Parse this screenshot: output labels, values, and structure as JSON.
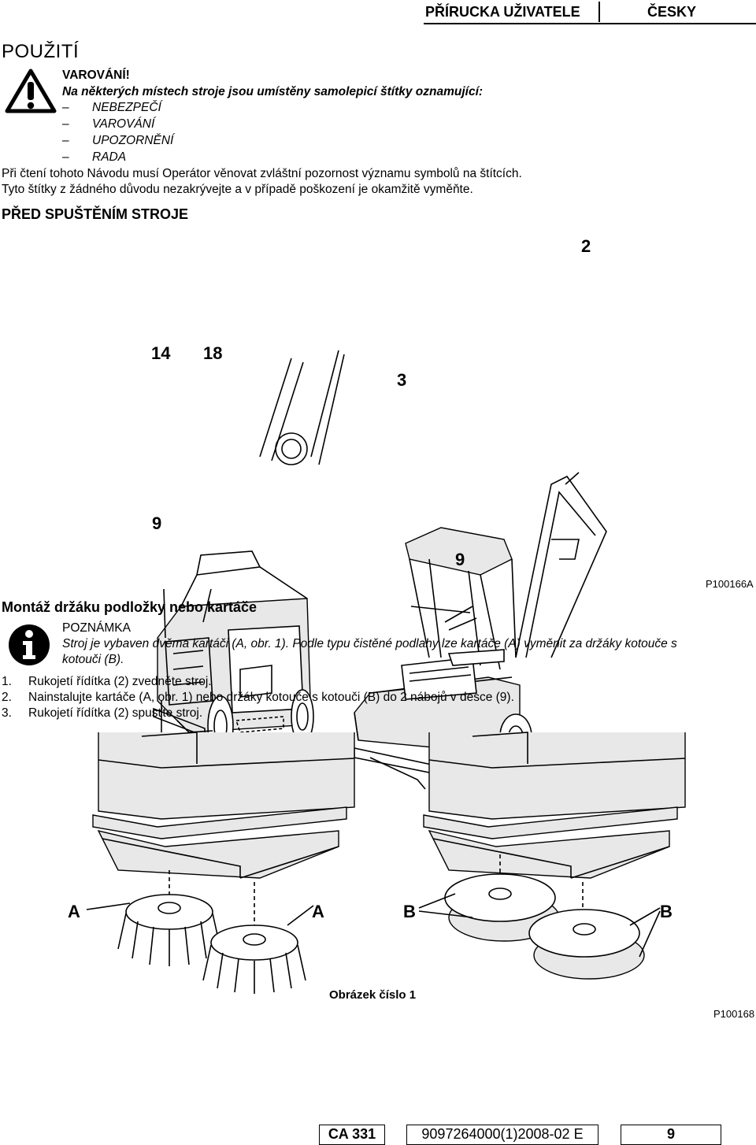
{
  "header": {
    "manual": "PŘÍRUCKA UŽIVATELE",
    "language": "ČESKY"
  },
  "section_use": {
    "title": "POUŽITÍ",
    "warning_title": "VAROVÁNÍ!",
    "warning_intro": "Na některých místech stroje jsou umístěny samolepicí štítky oznamující:",
    "items": [
      "NEBEZPEČÍ",
      "VAROVÁNÍ",
      "UPOZORNĚNÍ",
      "RADA"
    ],
    "para1": "Při čtení tohoto Návodu musí Operátor věnovat zvláštní pozornost významu symbolů na štítcích.",
    "para2": "Tyto štítky z žádného důvodu nezakrývejte a v případě poškození je okamžitě vyměňte."
  },
  "section_before": {
    "title": "PŘED SPUŠTĚNÍM STROJE"
  },
  "figure1": {
    "callouts": {
      "c14": "14",
      "c18": "18",
      "c3": "3",
      "c2": "2",
      "c9a": "9",
      "c9b": "9"
    },
    "code": "P100166A"
  },
  "mounting": {
    "title": "Montáž držáku podložky nebo kartáče",
    "note_label": "POZNÁMKA",
    "note_text_1": "Stroj je vybaven dvěma kartáči (A, obr. 1). Podle typu čistěné podlahy lze kartáče (A) vyměnit za držáky kotouče s",
    "note_text_2": "kotouči (B).",
    "steps": [
      {
        "num": "1.",
        "text": "Rukojetí řídítka (2) zvedněte stroj."
      },
      {
        "num": "2.",
        "text": "Nainstalujte kartáče (A, obr. 1) nebo držáky kotouče s kotouči (B) do 2 nábojů v desce (9)."
      },
      {
        "num": "3.",
        "text": "Rukojetí řídítka (2) spusťte stroj."
      }
    ]
  },
  "figure2": {
    "labels": {
      "a1": "A",
      "a2": "A",
      "b1": "B",
      "b2": "B"
    },
    "caption": "Obrázek číslo 1",
    "code": "P100168"
  },
  "footer": {
    "model": "CA 331",
    "doc": "9097264000(1)2008-02 E",
    "page": "9"
  }
}
